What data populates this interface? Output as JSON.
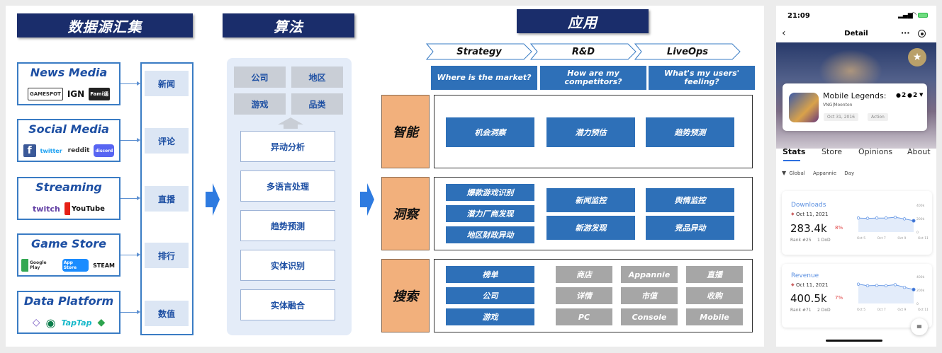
{
  "headers": {
    "sources": "数据源汇集",
    "algorithm": "算法",
    "application": "应用"
  },
  "sources": [
    {
      "title": "News Media",
      "logos": [
        "GAMESPOT",
        "IGN",
        "Fami通"
      ],
      "route": "新闻"
    },
    {
      "title": "Social Media",
      "logos": [
        "f",
        "twitter",
        "reddit",
        "discord"
      ],
      "route": "评论"
    },
    {
      "title": "Streaming",
      "logos": [
        "twitch",
        "YouTube"
      ],
      "route": "直播"
    },
    {
      "title": "Game Store",
      "logos": [
        "Google Play",
        "App Store",
        "STEAM"
      ],
      "route": "排行"
    },
    {
      "title": "Data Platform",
      "logos": [
        "◇",
        "◉",
        "TapTap",
        "◆"
      ],
      "route": "数值"
    }
  ],
  "algorithm": {
    "tags": [
      "公司",
      "地区",
      "游戏",
      "品类"
    ],
    "steps": [
      "异动分析",
      "多语言处理",
      "趋势预测",
      "实体识别",
      "实体融合"
    ]
  },
  "application": {
    "phases": [
      "Strategy",
      "R&D",
      "LiveOps"
    ],
    "questions": [
      "Where is the market?",
      "How are my competitors?",
      "What's my users' feeling?"
    ],
    "rows": [
      {
        "label": "智能",
        "items": [
          "机会洞察",
          "潜力预估",
          "趋势预测"
        ]
      },
      {
        "label": "洞察",
        "col1": [
          "爆款游戏识别",
          "潜力厂商发现",
          "地区财政异动"
        ],
        "col2": [
          "新闻监控",
          "新游发现"
        ],
        "col3": [
          "舆情监控",
          "竞品异动"
        ]
      },
      {
        "label": "搜索",
        "col1": [
          "榜单",
          "公司",
          "游戏"
        ],
        "gray": [
          "商店",
          "Appannie",
          "直播",
          "详情",
          "市值",
          "收购",
          "PC",
          "Console",
          "Mobile"
        ]
      }
    ]
  },
  "phone": {
    "time": "21:09",
    "nav_title": "Detail",
    "app_name": "Mobile Legends:",
    "publisher": "VNG|Moonton",
    "rank_apple": "2",
    "rank_android": "2",
    "release_date": "Oct 31, 2016",
    "genre": "Action",
    "tabs": [
      "Stats",
      "Store",
      "Opinions",
      "About"
    ],
    "filters": [
      "Global",
      "Appannie",
      "Day"
    ],
    "metrics": [
      {
        "label": "Downloads",
        "date": "Oct 11, 2021",
        "value": "283.4k",
        "change": "8%",
        "rank": "Rank #25",
        "dod": "1 DoD",
        "yticks": [
          "400k",
          "200k",
          "0"
        ],
        "xticks": [
          "Oct 5",
          "Oct 7",
          "Oct 9",
          "Oct 11"
        ],
        "series": [
          0.52,
          0.51,
          0.52,
          0.52,
          0.55,
          0.49,
          0.42
        ]
      },
      {
        "label": "Revenue",
        "date": "Oct 11, 2021",
        "value": "400.5k",
        "change": "7%",
        "rank": "Rank #71",
        "dod": "2 DoD",
        "yticks": [
          "400k",
          "200k",
          "0"
        ],
        "xticks": [
          "Oct 5",
          "Oct 7",
          "Oct 9",
          "Oct 11"
        ],
        "series": [
          0.72,
          0.66,
          0.67,
          0.66,
          0.7,
          0.6,
          0.52
        ]
      }
    ]
  }
}
